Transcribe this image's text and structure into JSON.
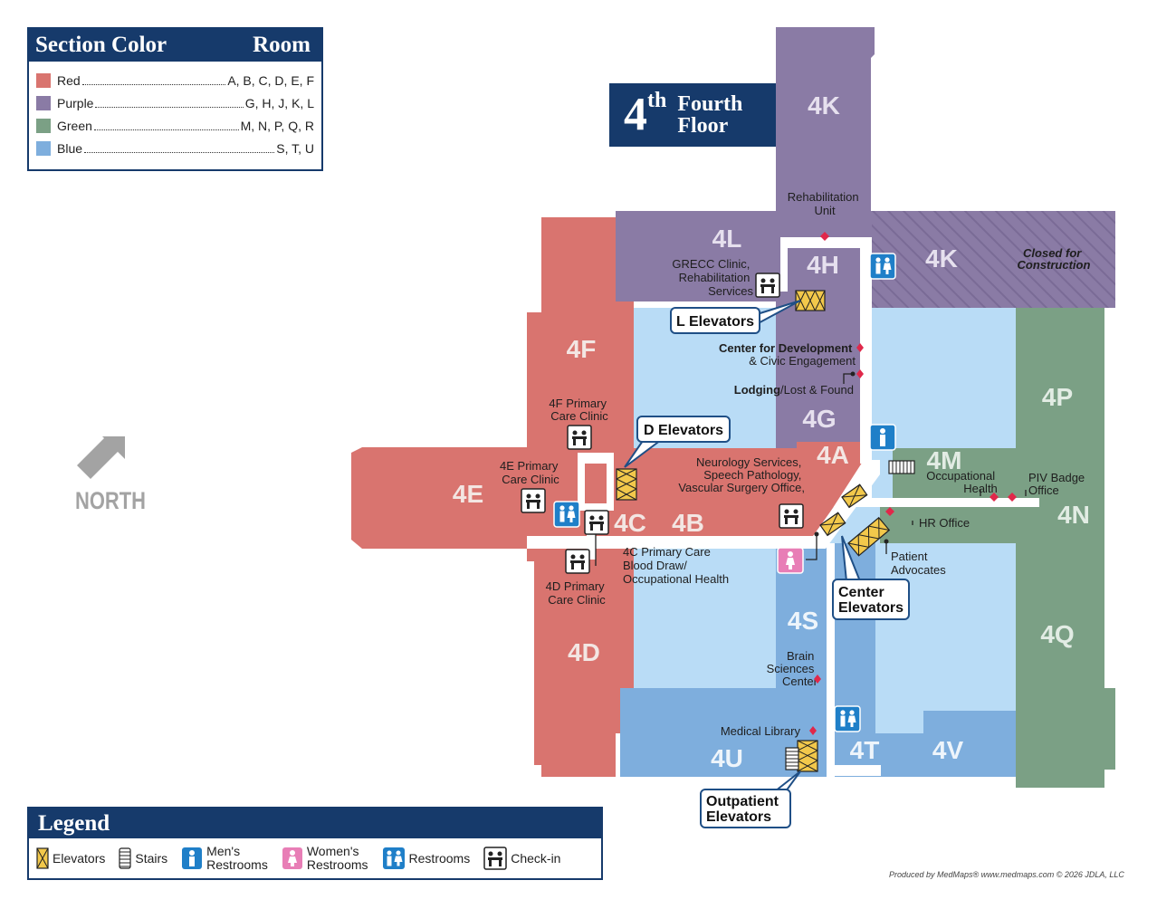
{
  "section_box": {
    "header_left": "Section Color",
    "header_right": "Room",
    "rows": [
      {
        "color_name": "Red",
        "rooms": "A, B, C, D, E, F",
        "color": "#d9746f"
      },
      {
        "color_name": "Purple",
        "rooms": "G, H, J, K, L",
        "color": "#8a7ba5"
      },
      {
        "color_name": "Green",
        "rooms": "M, N, P, Q, R",
        "color": "#7ba085"
      },
      {
        "color_name": "Blue",
        "rooms": "S, T, U",
        "color": "#7eaedd"
      }
    ]
  },
  "floor_title": {
    "number": "4",
    "suffix": "th",
    "line1": "Fourth",
    "line2": "Floor"
  },
  "north": "NORTH",
  "zones": {
    "k_top": "4K",
    "k_right": "4K",
    "l": "4L",
    "h": "4H",
    "f": "4F",
    "g": "4G",
    "a": "4A",
    "m": "4M",
    "p": "4P",
    "e": "4E",
    "c": "4C",
    "b": "4B",
    "n": "4N",
    "s": "4S",
    "d": "4D",
    "q": "4Q",
    "t": "4T",
    "v": "4V",
    "u": "4U"
  },
  "labels": {
    "rehab": [
      "Rehabilitation",
      "Unit"
    ],
    "closed": [
      "Closed for",
      "Construction"
    ],
    "grecc": [
      "GRECC Clinic,",
      "Rehabilitation",
      "Services"
    ],
    "center_dev": [
      "Center for Development",
      "& Civic Engagement"
    ],
    "lodging_bold": "Lodging",
    "lodging_rest": "/Lost & Found",
    "f_clinic": [
      "4F Primary",
      "Care Clinic"
    ],
    "e_clinic": [
      "4E Primary",
      "Care Clinic"
    ],
    "neuro": [
      "Neurology Services,",
      "Speech Pathology,",
      "Vascular Surgery Office,"
    ],
    "occ": [
      "Occupational",
      "Health"
    ],
    "piv": [
      "PIV Badge",
      "Office"
    ],
    "hr": "HR Office",
    "patient_adv": [
      "Patient",
      "Advocates"
    ],
    "c_clinic": [
      "4C Primary Care",
      "Blood Draw/",
      "Occupational Health"
    ],
    "d_clinic": [
      "4D Primary",
      "Care Clinic"
    ],
    "brain": [
      "Brain",
      "Sciences",
      "Center"
    ],
    "med_lib": "Medical Library"
  },
  "callouts": {
    "l_elev": "L Elevators",
    "d_elev": "D Elevators",
    "center_elev": [
      "Center",
      "Elevators"
    ],
    "out_elev": [
      "Outpatient",
      "Elevators"
    ]
  },
  "legend": {
    "title": "Legend",
    "items": [
      {
        "icon": "elevator-icon",
        "label": "Elevators"
      },
      {
        "icon": "stairs-icon",
        "label": "Stairs"
      },
      {
        "icon": "mens-restroom-icon",
        "label": [
          "Men's",
          "Restrooms"
        ]
      },
      {
        "icon": "womens-restroom-icon",
        "label": [
          "Women's",
          "Restrooms"
        ]
      },
      {
        "icon": "restroom-icon",
        "label": "Restrooms"
      },
      {
        "icon": "check-in-icon",
        "label": "Check-in"
      }
    ]
  },
  "credit": "Produced by MedMaps® www.medmaps.com © 2026 JDLA, LLC",
  "colors": {
    "red": "#d9746f",
    "purple": "#8a7ba5",
    "green": "#7ba085",
    "light_blue": "#b9dcf6",
    "mid_blue": "#7eaedd",
    "navy": "#163a6b",
    "elevator_yellow": "#f2c84b",
    "womens_pink": "#e87eb6",
    "mens_blue": "#1f7fc8",
    "marker_red": "#e0284a"
  }
}
